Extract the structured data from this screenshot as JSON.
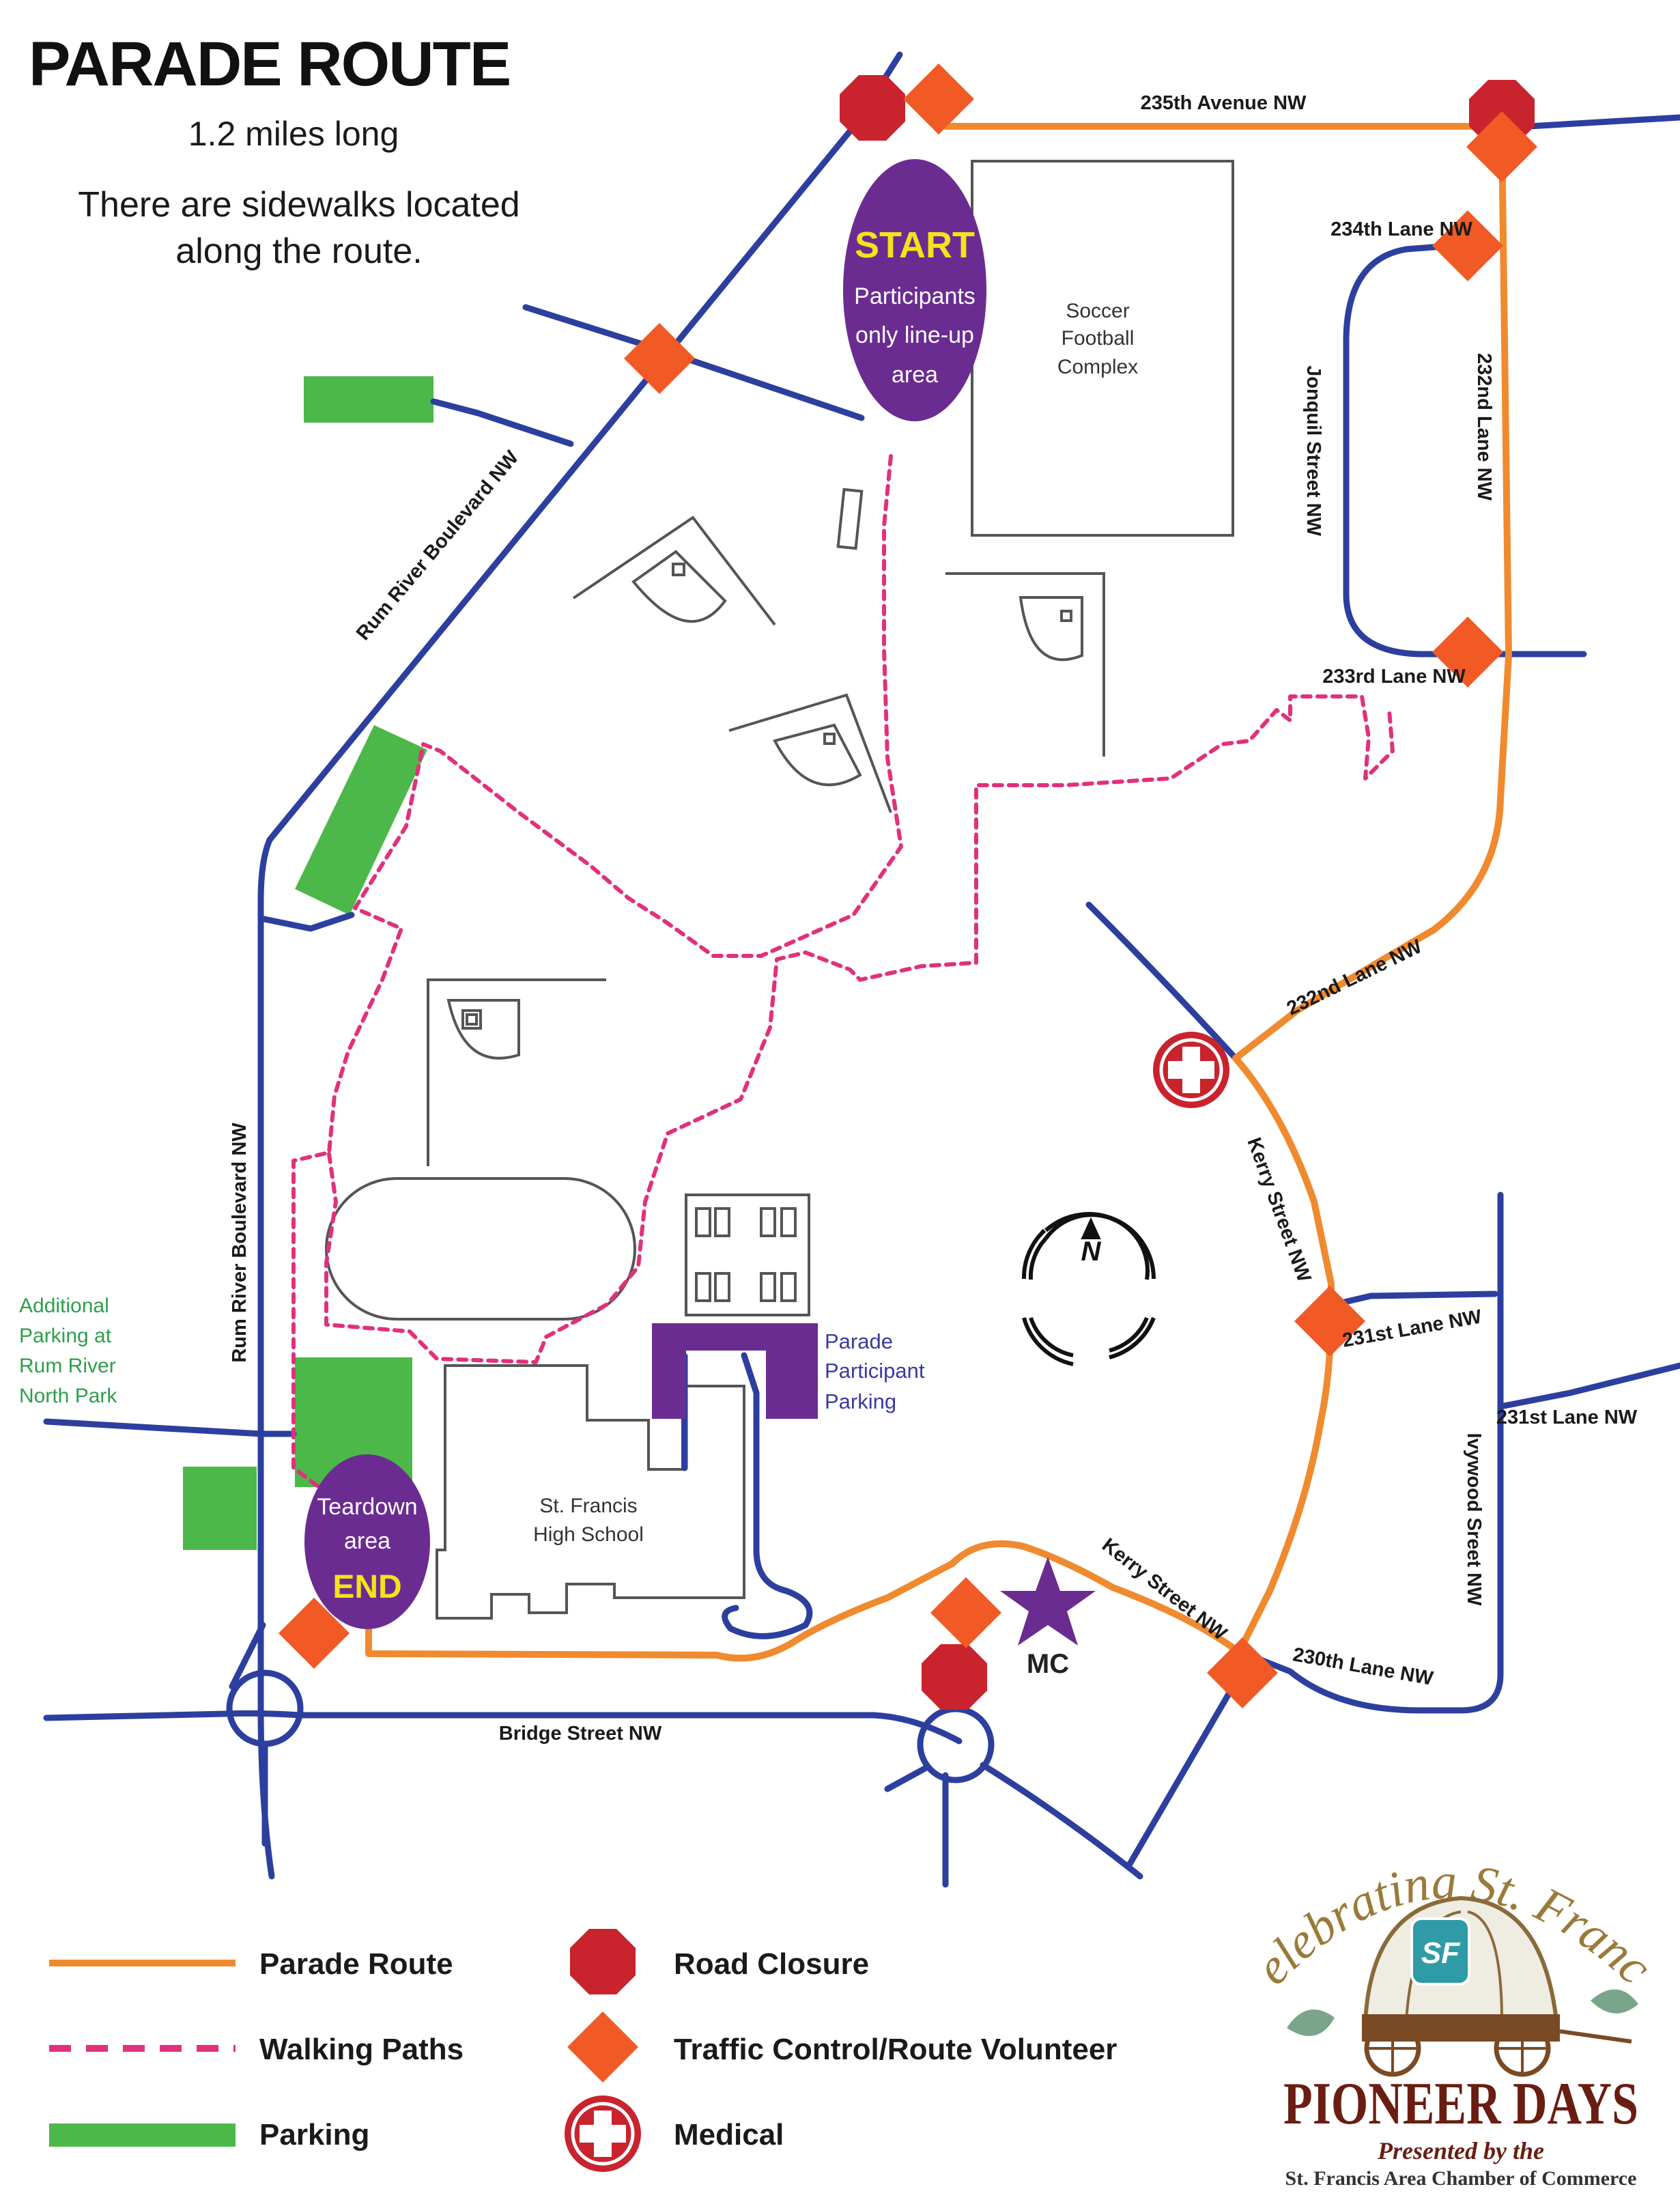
{
  "title": "PARADE ROUTE",
  "length": "1.2 miles long",
  "sidewalk_note": [
    "There are sidewalks located",
    "along the route."
  ],
  "streets": {
    "ave_235": "235th Avenue NW",
    "lane_234": "234th Lane NW",
    "lane_232_vertical": "232nd Lane NW",
    "jonquil": "Jonquil Street NW",
    "lane_233": "233rd Lane NW",
    "rum_river_diag": "Rum River Boulevard NW",
    "rum_river_vert": "Rum River Boulevard NW",
    "lane_232_diag": "232nd Lane NW",
    "kerry_upper": "Kerry Street NW",
    "lane_231_a": "231st Lane NW",
    "lane_231_b": "231st Lane NW",
    "ivywood": "Ivywood Sreet NW",
    "kerry_lower": "Kerry Street NW",
    "lane_230": "230th Lane NW",
    "bridge": "Bridge Street NW"
  },
  "places": {
    "soccer": [
      "Soccer",
      "Football",
      "Complex"
    ],
    "school": [
      "St. Francis",
      "High School"
    ],
    "participant_parking": [
      "Parade",
      "Participant",
      "Parking"
    ],
    "additional_parking": [
      "Additional",
      "Parking at",
      "Rum River",
      "North Park"
    ]
  },
  "start_bubble": {
    "head": "START",
    "body": [
      "Participants",
      "only line-up",
      "area"
    ]
  },
  "end_bubble": {
    "body": [
      "Teardown",
      "area"
    ],
    "head": "END"
  },
  "compass": "N",
  "mc": "MC",
  "legend": {
    "parade_route": "Parade Route",
    "walking_paths": "Walking Paths",
    "parking": "Parking",
    "road_closure": "Road Closure",
    "traffic_control": "Traffic Control/Route Volunteer",
    "medical": "Medical"
  },
  "logo": {
    "arc_text": "Celebrating St. Francis",
    "badge": "SF",
    "main": "PIONEER DAYS",
    "presented": "Presented by the",
    "org": "St. Francis Area Chamber of Commerce"
  },
  "colors": {
    "parade_route": "#f08a2e",
    "road": "#2d3f9e",
    "walking_path": "#e0317c",
    "parking": "#4cb849",
    "road_closure": "#c9232d",
    "traffic_control": "#f15a24",
    "bubble": "#6b2c91",
    "participant_parking": "#6b2c91"
  },
  "icons": {
    "road_closure": "octagon-stop-icon",
    "traffic_control": "diamond-icon",
    "medical": "red-cross-icon",
    "mc": "star-icon",
    "compass": "north-arrow-icon"
  }
}
